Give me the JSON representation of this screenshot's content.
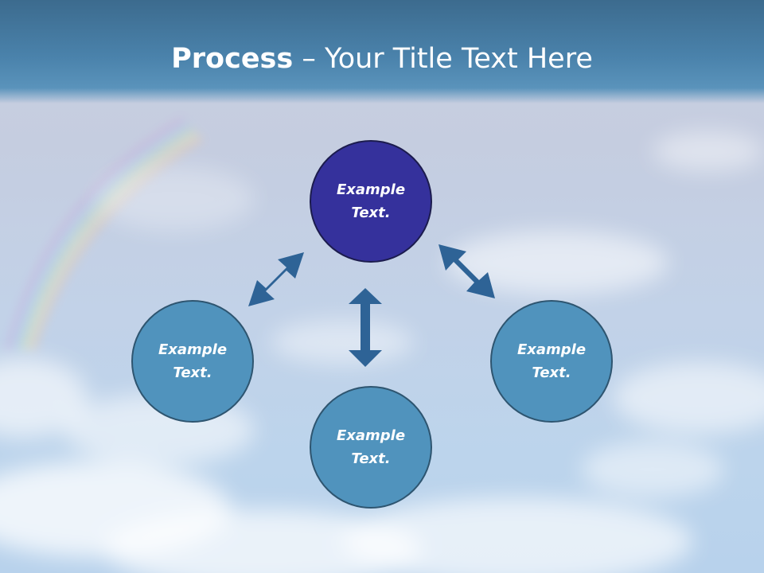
{
  "title": {
    "bold": "Process",
    "rest": " – Your Title Text Here"
  },
  "nodes": {
    "top": "Example Text.",
    "left": "Example Text.",
    "bottom": "Example Text.",
    "right": "Example Text."
  },
  "colors": {
    "title_band": "#4a82ab",
    "center_node": "#35319c",
    "outer_node": "#5093bd",
    "arrow": "#2e6396"
  }
}
